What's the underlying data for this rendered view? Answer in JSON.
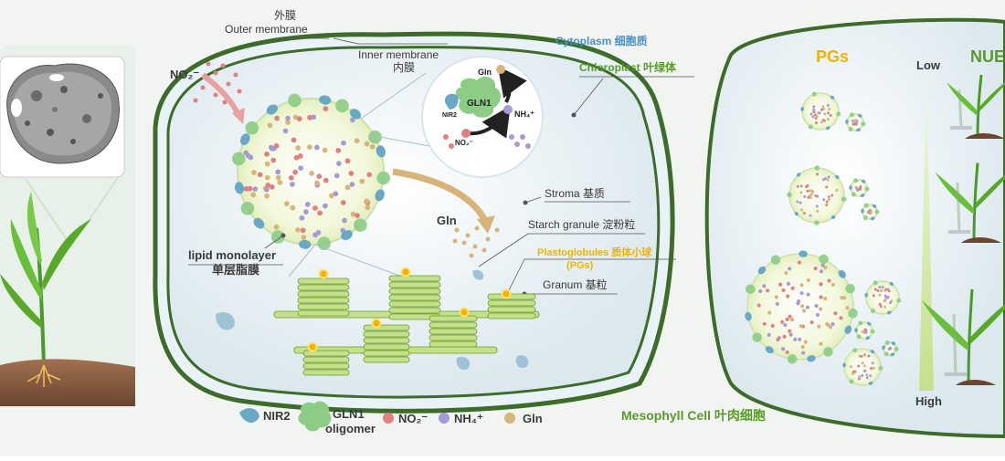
{
  "colors": {
    "cytoplasm": "#4a90c8",
    "chloroplast": "#5a9a2a",
    "plastoglobule": "#f0b400",
    "membrane": "#3d6b2a",
    "thylakoid_fill": "#c5e08a",
    "nir2": "#6aa8c8",
    "gln1": "#8ccc84",
    "no2": "#e08080",
    "nh4": "#a89ad8",
    "gln": "#d8b47a"
  },
  "labels": {
    "outer_membrane_cn": "外膜",
    "outer_membrane_en": "Outer membrane",
    "inner_membrane_en": "Inner membrane",
    "inner_membrane_cn": "内膜",
    "cytoplasm": "Cytoplasm 细胞质",
    "chloroplast": "Chloroplast 叶绿体",
    "no2_in": "NO₂⁻",
    "gln_top": "Gln",
    "nir2_inset": "NIR2",
    "gln1_inset": "GLN1",
    "nh4_inset": "NH₄⁺",
    "no2_inset": "NO₂⁻",
    "gln_out": "Gln",
    "stroma": "Stroma 基质",
    "starch": "Starch granule 淀粉粒",
    "pg_line1": "Plastoglobules 质体小球",
    "pg_line2": "(PGs)",
    "granum": "Granum 基粒",
    "lipid_en": "lipid monolayer",
    "lipid_cn": "单层脂膜",
    "mesophyll": "Mesophyll Cell 叶肉细胞",
    "pgs_title": "PGs",
    "nue_title": "NUE",
    "low": "Low",
    "high": "High"
  },
  "legend": [
    {
      "key": "nir2",
      "line1": "NIR2",
      "line2": ""
    },
    {
      "key": "gln1",
      "line1": "GLN1",
      "line2": "oligomer"
    },
    {
      "key": "no2",
      "line1": "NO₂⁻",
      "line2": ""
    },
    {
      "key": "nh4",
      "line1": "NH₄⁺",
      "line2": ""
    },
    {
      "key": "gln",
      "line1": "Gln",
      "line2": ""
    }
  ]
}
